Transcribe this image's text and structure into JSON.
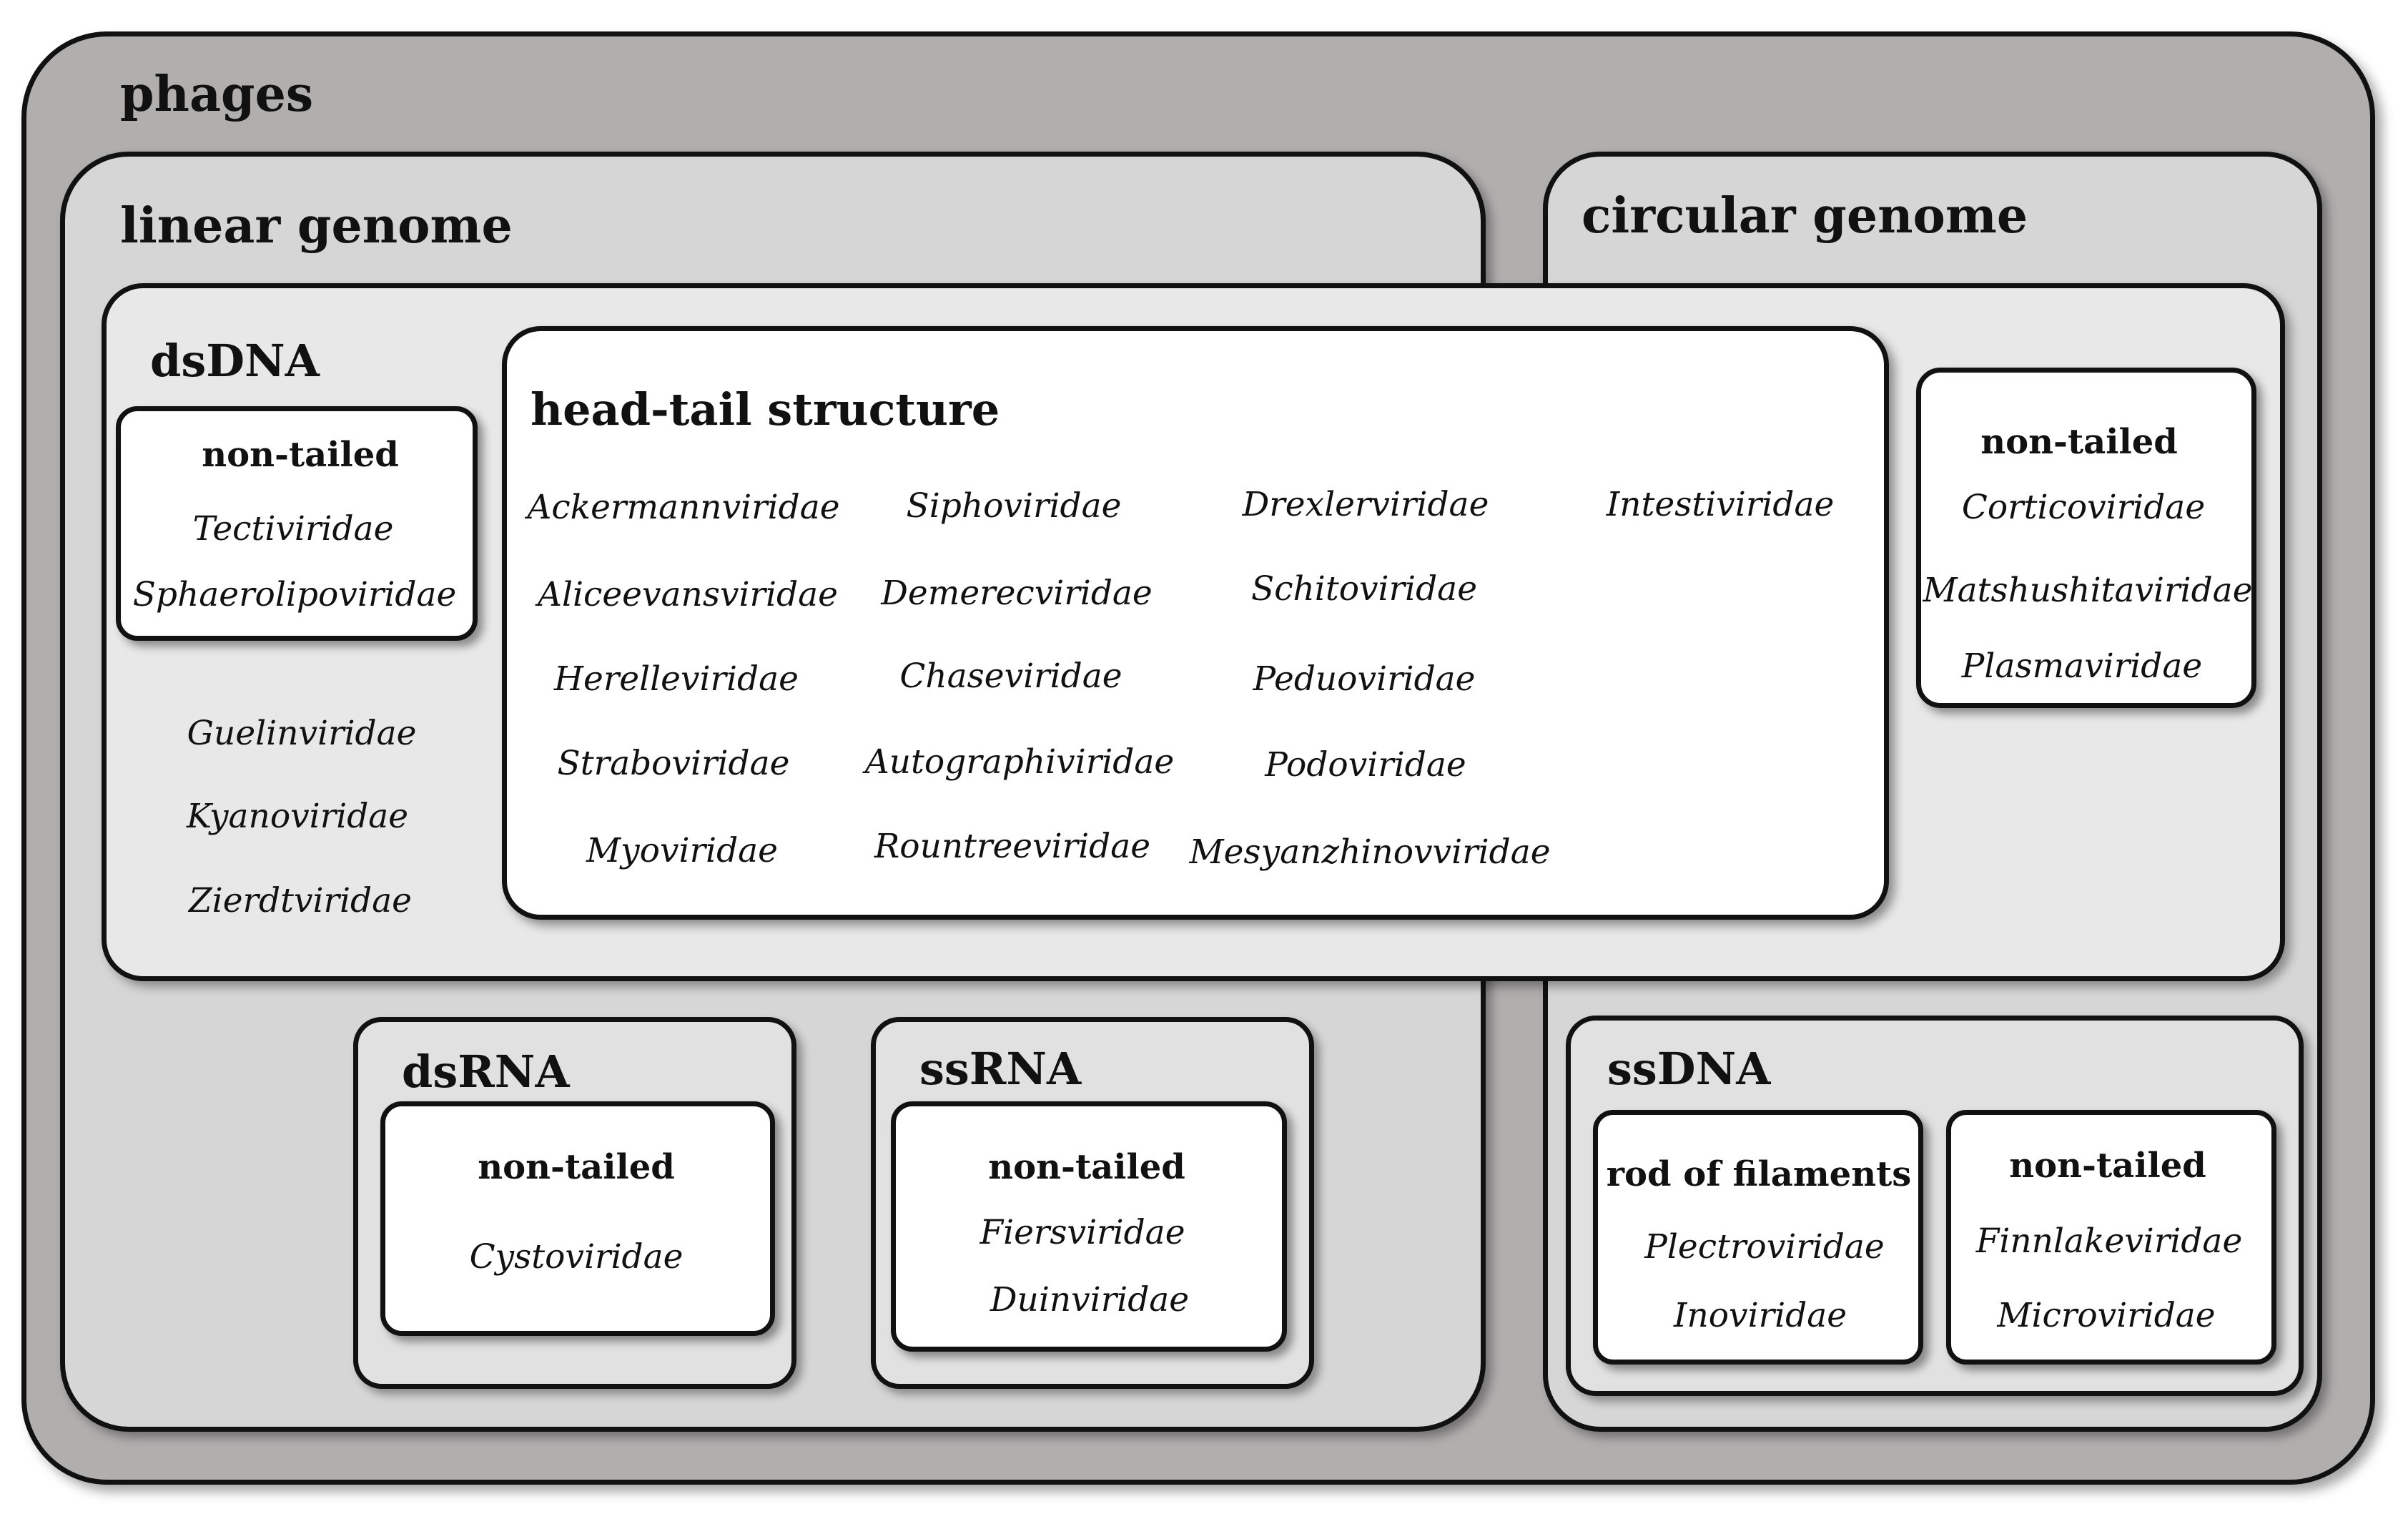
{
  "phages": {
    "label": "phages"
  },
  "linear_genome": {
    "label": "linear genome",
    "dsDNA": {
      "label": "dsDNA",
      "non_tailed": {
        "label": "non-tailed",
        "families": [
          "Tectiviridae",
          "Sphaerolipoviridae"
        ]
      },
      "other_families": [
        "Guelinviridae",
        "Kyanoviridae",
        "Zierdtviridae"
      ],
      "head_tail": {
        "label": "head-tail structure",
        "columns": [
          [
            "Ackermannviridae",
            "Aliceevansviridae",
            "Herelleviridae",
            "Straboviridae",
            "Myoviridae"
          ],
          [
            "Siphoviridae",
            "Demerecviridae",
            "Chaseviridae",
            "Autographiviridae",
            "Rountreeviridae"
          ],
          [
            "Drexlerviridae",
            "Schitoviridae",
            "Peduoviridae",
            "Podoviridae",
            "Mesyanzhinovviridae"
          ],
          [
            "Intestiviridae"
          ]
        ]
      }
    },
    "dsRNA": {
      "label": "dsRNA",
      "non_tailed": {
        "label": "non-tailed",
        "families": [
          "Cystoviridae"
        ]
      }
    },
    "ssRNA": {
      "label": "ssRNA",
      "non_tailed": {
        "label": "non-tailed",
        "families": [
          "Fiersviridae",
          "Duinviridae"
        ]
      }
    }
  },
  "circular_genome": {
    "label": "circular genome",
    "non_tailed": {
      "label": "non-tailed",
      "families": [
        "Corticoviridae",
        "Matshushitaviridae",
        "Plasmaviridae"
      ]
    },
    "ssDNA": {
      "label": "ssDNA",
      "rod_of_filaments": {
        "label": "rod of filaments",
        "families": [
          "Plectroviridae",
          "Inoviridae"
        ]
      },
      "non_tailed": {
        "label": "non-tailed",
        "families": [
          "Finnlakeviridae",
          "Microviridae"
        ]
      }
    }
  },
  "colors": {
    "phages_fill": "#b1aeae",
    "genome_fill": "#d6d6d6",
    "dsdna_fill": "#e8e8e8",
    "group_fill": "#e1e1e1",
    "leaf_fill": "#ffffff",
    "border": "#111111"
  }
}
